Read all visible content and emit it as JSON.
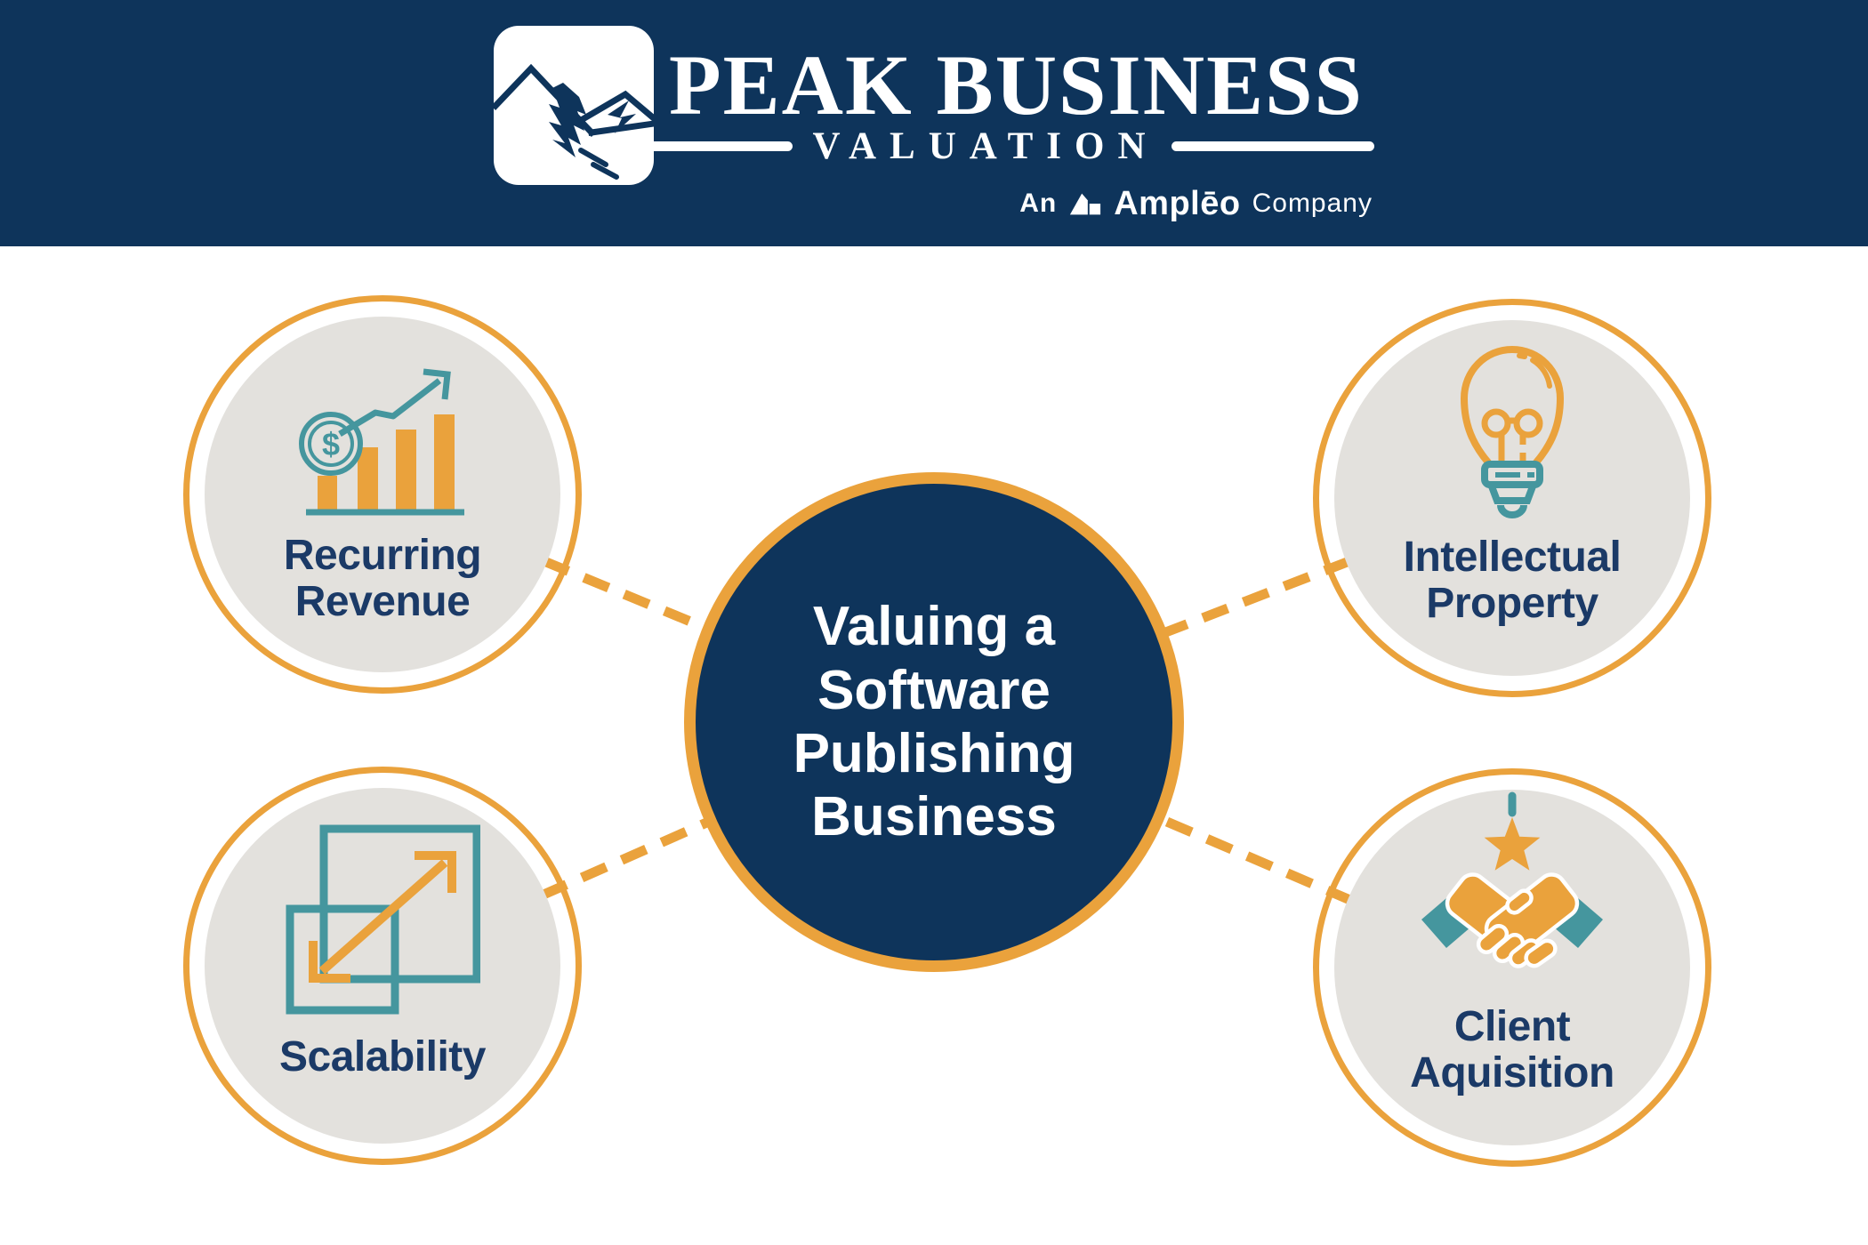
{
  "theme": {
    "navy": "#0E345B",
    "orange": "#EAA23C",
    "teal": "#45969E",
    "disc-gray": "#E3E1DD",
    "label-navy": "#1B3A67",
    "white": "#FFFFFF"
  },
  "header": {
    "brand_top": "PEAK BUSINESS",
    "brand_bottom": "VALUATION",
    "tagline_prefix": "An",
    "tagline_brand": "Amplēo",
    "tagline_suffix": "Company"
  },
  "center": {
    "lines": [
      "Valuing a",
      "Software",
      "Publishing",
      "Business"
    ]
  },
  "nodes": [
    {
      "id": "recurring-revenue",
      "lines": [
        "Recurring",
        "Revenue"
      ]
    },
    {
      "id": "intellectual-property",
      "lines": [
        "Intellectual",
        "Property"
      ]
    },
    {
      "id": "scalability",
      "lines": [
        "Scalability"
      ]
    },
    {
      "id": "client-aquisition",
      "lines": [
        "Client",
        "Aquisition"
      ]
    }
  ],
  "icons": {
    "coin_symbol": "$"
  }
}
